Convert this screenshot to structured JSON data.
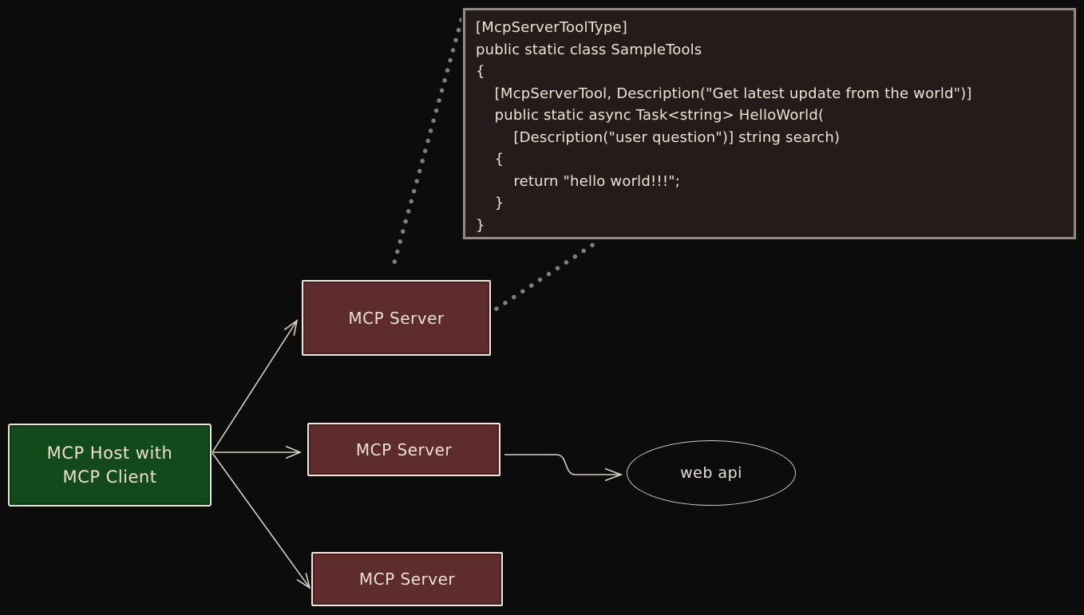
{
  "code_panel": {
    "code": "[McpServerToolType]\npublic static class SampleTools\n{\n    [McpServerTool, Description(\"Get latest update from the world\")]\n    public static async Task<string> HelloWorld(\n        [Description(\"user question\")] string search)\n    {\n        return \"hello world!!!\";\n    }\n}"
  },
  "nodes": {
    "host": {
      "label": "MCP Host with\nMCP Client"
    },
    "server_top": {
      "label": "MCP Server"
    },
    "server_middle": {
      "label": "MCP Server"
    },
    "server_bottom": {
      "label": "MCP Server"
    },
    "web_api": {
      "label": "web api"
    }
  },
  "connectors": {
    "host_to_top_server": "solid-arrow",
    "host_to_middle_server": "solid-arrow",
    "host_to_bottom_server": "solid-arrow",
    "middle_server_to_web_api": "solid-curved-arrow",
    "code_panel_to_top_server_left": "dotted-line",
    "top_server_to_code_panel_right": "dotted-line"
  },
  "colors": {
    "background": "#0c0c0c",
    "code_panel_bg": "#261b1b",
    "code_panel_border": "#8f8b8b",
    "code_text": "#eee2d2",
    "host_fill": "#134a1c",
    "server_fill": "#5e2c2c",
    "node_border": "#f0e7dc",
    "node_text": "#ece0cf",
    "connector_line": "#d6d1c8",
    "dotted_line": "#807d7d"
  }
}
